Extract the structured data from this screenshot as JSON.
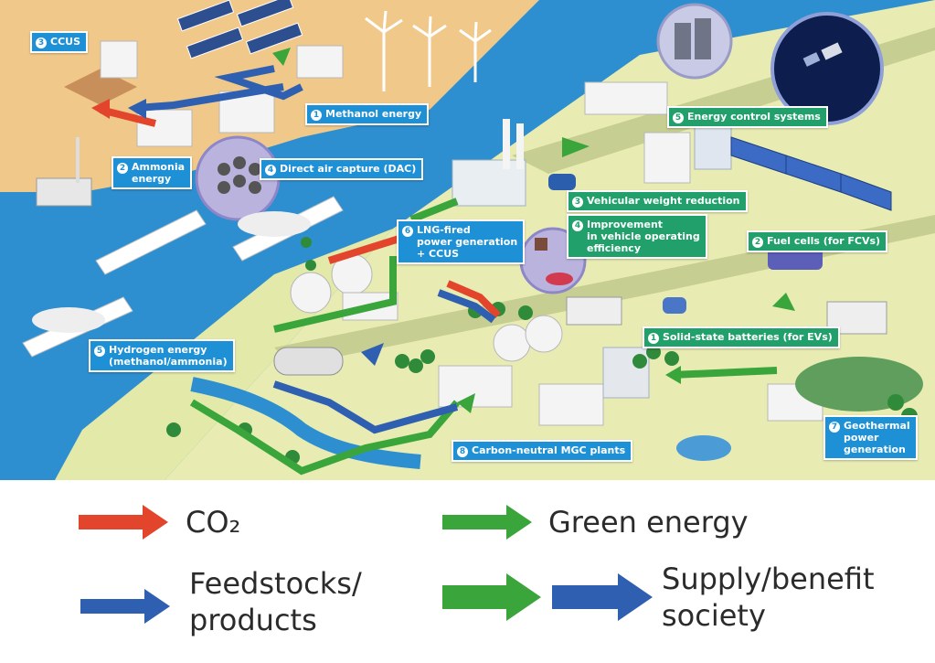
{
  "labels": {
    "ccus": {
      "num": "3",
      "text": "CCUS"
    },
    "methanol": {
      "num": "1",
      "text": "Methanol energy"
    },
    "ammonia": {
      "num": "2",
      "text": "Ammonia\nenergy"
    },
    "dac": {
      "num": "4",
      "text": "Direct air capture (DAC)"
    },
    "lng": {
      "num": "6",
      "text": "LNG-fired\npower generation\n+ CCUS"
    },
    "hydrogen": {
      "num": "5",
      "text": "Hydrogen energy\n(methanol/ammonia)"
    },
    "mgc_plants": {
      "num": "8",
      "text": "Carbon-neutral MGC plants"
    },
    "energy_control": {
      "num": "5",
      "text": "Energy control systems"
    },
    "vehicular_weight": {
      "num": "3",
      "text": "Vehicular weight reduction"
    },
    "vehicle_efficiency": {
      "num": "4",
      "text": "Improvement\nin vehicle operating\nefficiency"
    },
    "fuel_cells": {
      "num": "2",
      "text": "Fuel cells (for FCVs)"
    },
    "solid_state": {
      "num": "1",
      "text": "Solid-state batteries (for EVs)"
    },
    "geothermal": {
      "num": "7",
      "text": "Geothermal\npower\ngeneration"
    }
  },
  "legend": {
    "co2": "CO₂",
    "green_energy": "Green energy",
    "feedstocks": "Feedstocks/\nproducts",
    "supply": "Supply/benefit\nsociety"
  },
  "colors": {
    "co2": "#e2452b",
    "green": "#3aa53a",
    "blue": "#2f5fb0",
    "label_blue": "#1e90d6",
    "label_green": "#22a06b",
    "sea": "#2d8fd0",
    "land": "#e8ecb3",
    "sand": "#f0c98a"
  }
}
